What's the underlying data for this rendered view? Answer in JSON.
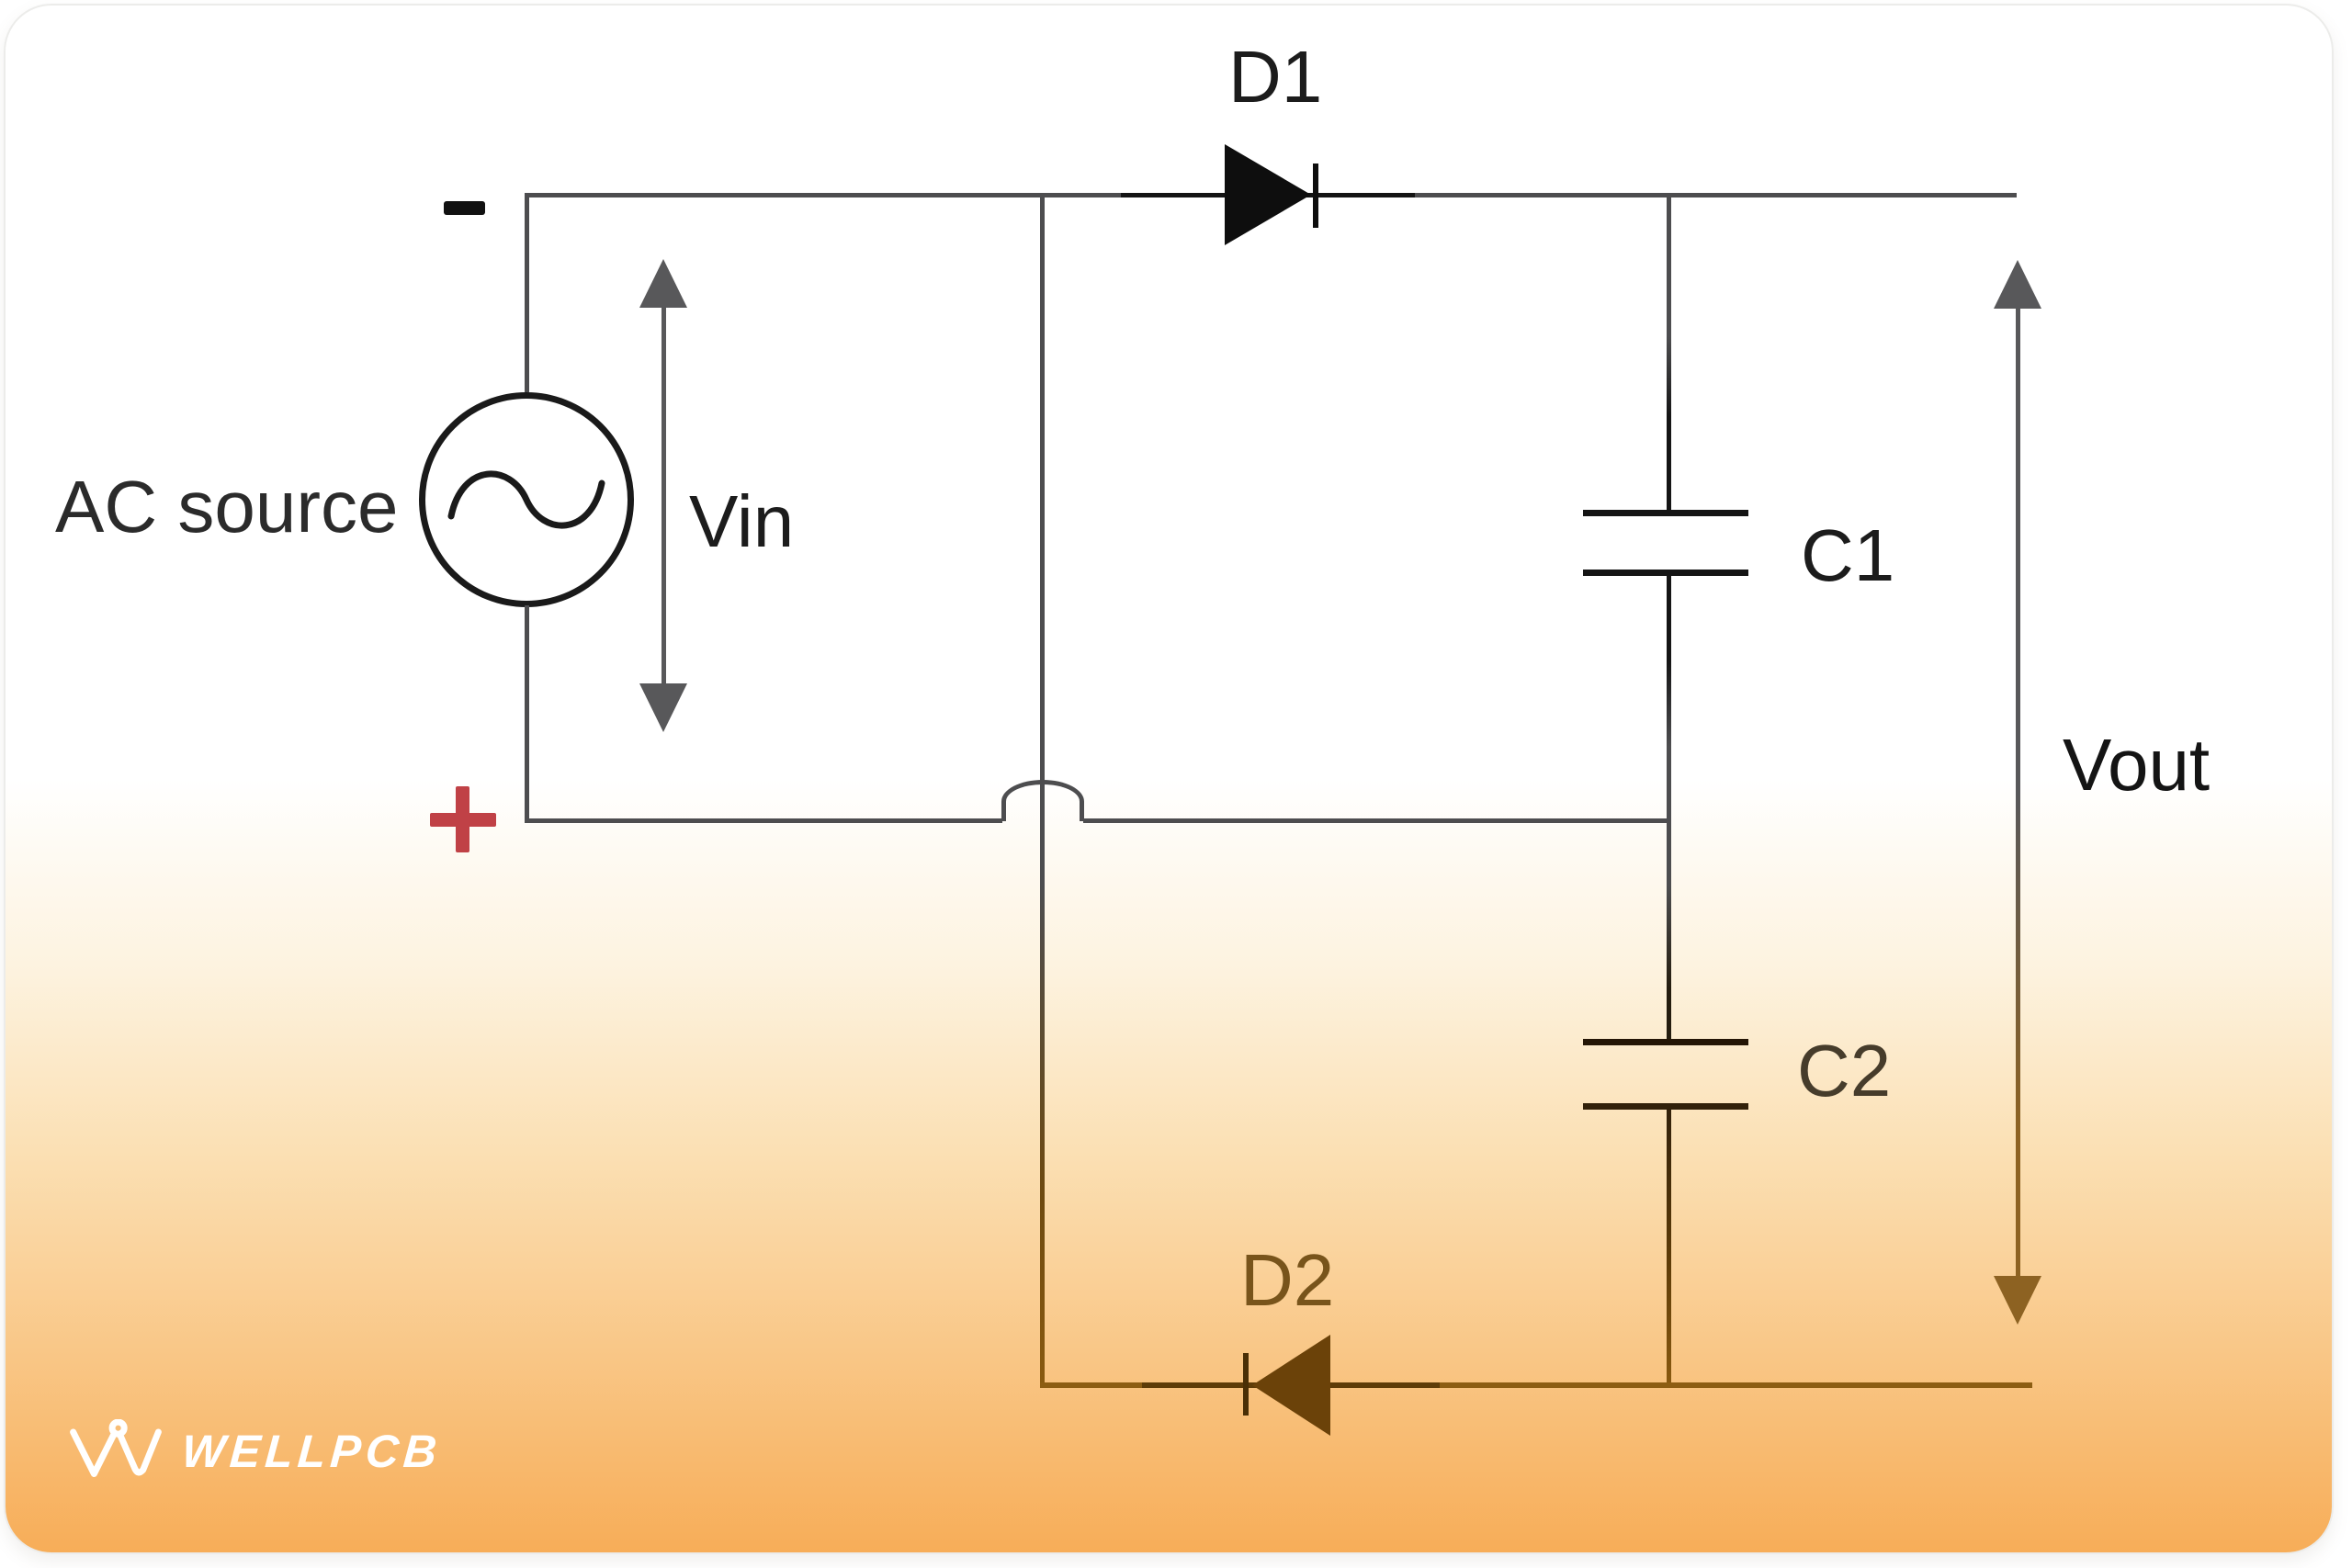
{
  "diagram": {
    "labels": {
      "source": "AC source",
      "vin": "Vin",
      "vout": "Vout",
      "d1": "D1",
      "d2": "D2",
      "c1": "C1",
      "c2": "C2"
    },
    "polarity": {
      "minus": "-",
      "plus": "+"
    },
    "colors": {
      "wire_gray": "#4d4d4f",
      "component_black": "#141414",
      "bottom_brown": "#8a5a10",
      "plus_red": "#c04146",
      "minus_black": "#111111",
      "card_orange_bottom": "#f7ad58",
      "card_border": "#ececea"
    }
  },
  "logo": {
    "text": "WELLPCB"
  }
}
